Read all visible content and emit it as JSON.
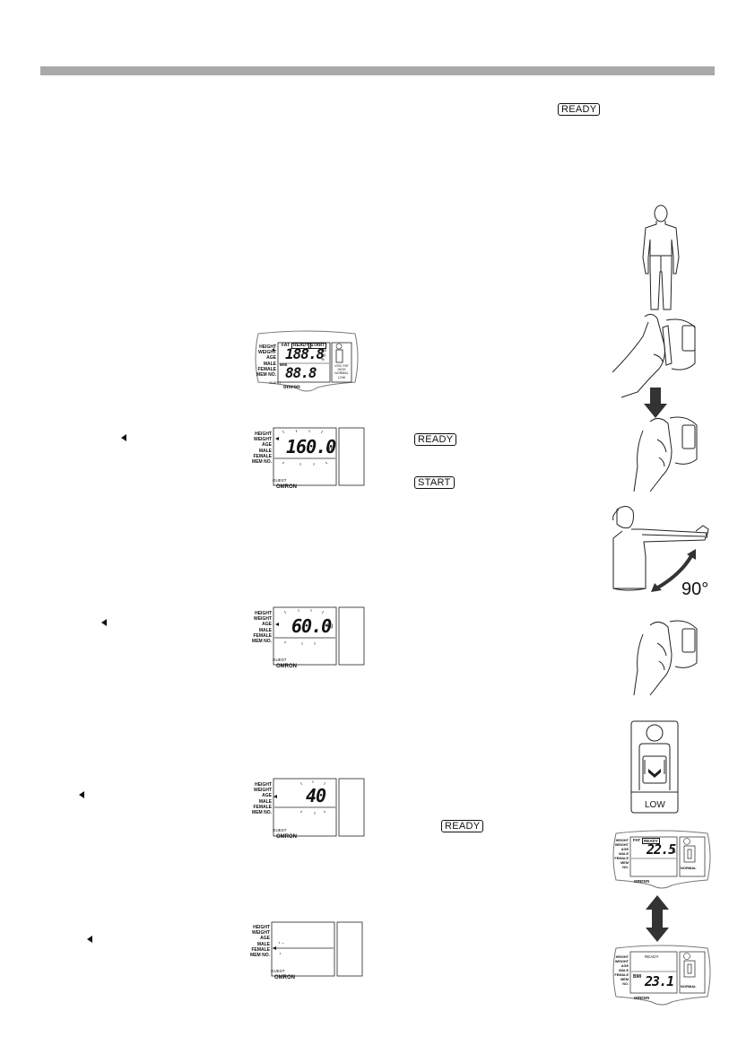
{
  "page": {
    "top_bar_color": "#a9a9a9"
  },
  "labels": {
    "ready_top": "READY",
    "ready_mid": "READY",
    "start_mid": "START",
    "ready_bottom": "READY"
  },
  "lcd_overview": {
    "side_labels": [
      "HEIGHT",
      "WEIGHT",
      "AGE",
      "MALE",
      "FEMALE",
      "MEM NO."
    ],
    "tags": [
      "FAT",
      "READY",
      "START"
    ],
    "upper": "188.8",
    "lower": "88.8",
    "units": [
      "cm",
      "kg",
      "%"
    ],
    "right_text": [
      "VISC.FAT",
      "HIGH",
      "NORMAL",
      "LOW"
    ],
    "bmi": "BMI",
    "guest": "GUEST",
    "brand": "omron"
  },
  "lcd_height": {
    "side_labels": [
      "HEIGHT",
      "WEIGHT",
      "AGE",
      "MALE",
      "FEMALE",
      "MEM NO."
    ],
    "value": "160.0",
    "unit": "cm",
    "guest": "GUEST",
    "brand": "OMRON"
  },
  "lcd_weight": {
    "side_labels": [
      "HEIGHT",
      "WEIGHT",
      "AGE",
      "MALE",
      "FEMALE",
      "MEM NO."
    ],
    "value": "60.0",
    "unit": "kg",
    "guest": "GUEST",
    "brand": "OMRON"
  },
  "lcd_age": {
    "side_labels": [
      "HEIGHT",
      "WEIGHT",
      "AGE",
      "MALE",
      "FEMALE",
      "MEM NO."
    ],
    "value": "40",
    "guest": "GUEST",
    "brand": "OMRON"
  },
  "lcd_gender": {
    "side_labels": [
      "HEIGHT",
      "WEIGHT",
      "AGE",
      "MALE",
      "FEMALE",
      "MEM NO."
    ],
    "guest": "GUEST",
    "brand": "OMRON"
  },
  "result_fat": {
    "side_labels": [
      "HEIGHT",
      "WEIGHT",
      "AGE",
      "MALE",
      "FEMALE",
      "MEM NO."
    ],
    "tags": [
      "FAT",
      "READY"
    ],
    "value": "22.5",
    "unit": "%",
    "right_text": "NORMAL",
    "brand": "omron"
  },
  "result_bmi": {
    "side_labels": [
      "HEIGHT",
      "WEIGHT",
      "AGE",
      "MALE",
      "FEMALE",
      "MEM NO."
    ],
    "tag": "READY",
    "bmi_label": "BMI",
    "value": "23.1",
    "right_text": "NORMAL",
    "brand": "omron"
  },
  "illustrations": {
    "low_panel_label": "LOW",
    "angle_label": "90°"
  }
}
